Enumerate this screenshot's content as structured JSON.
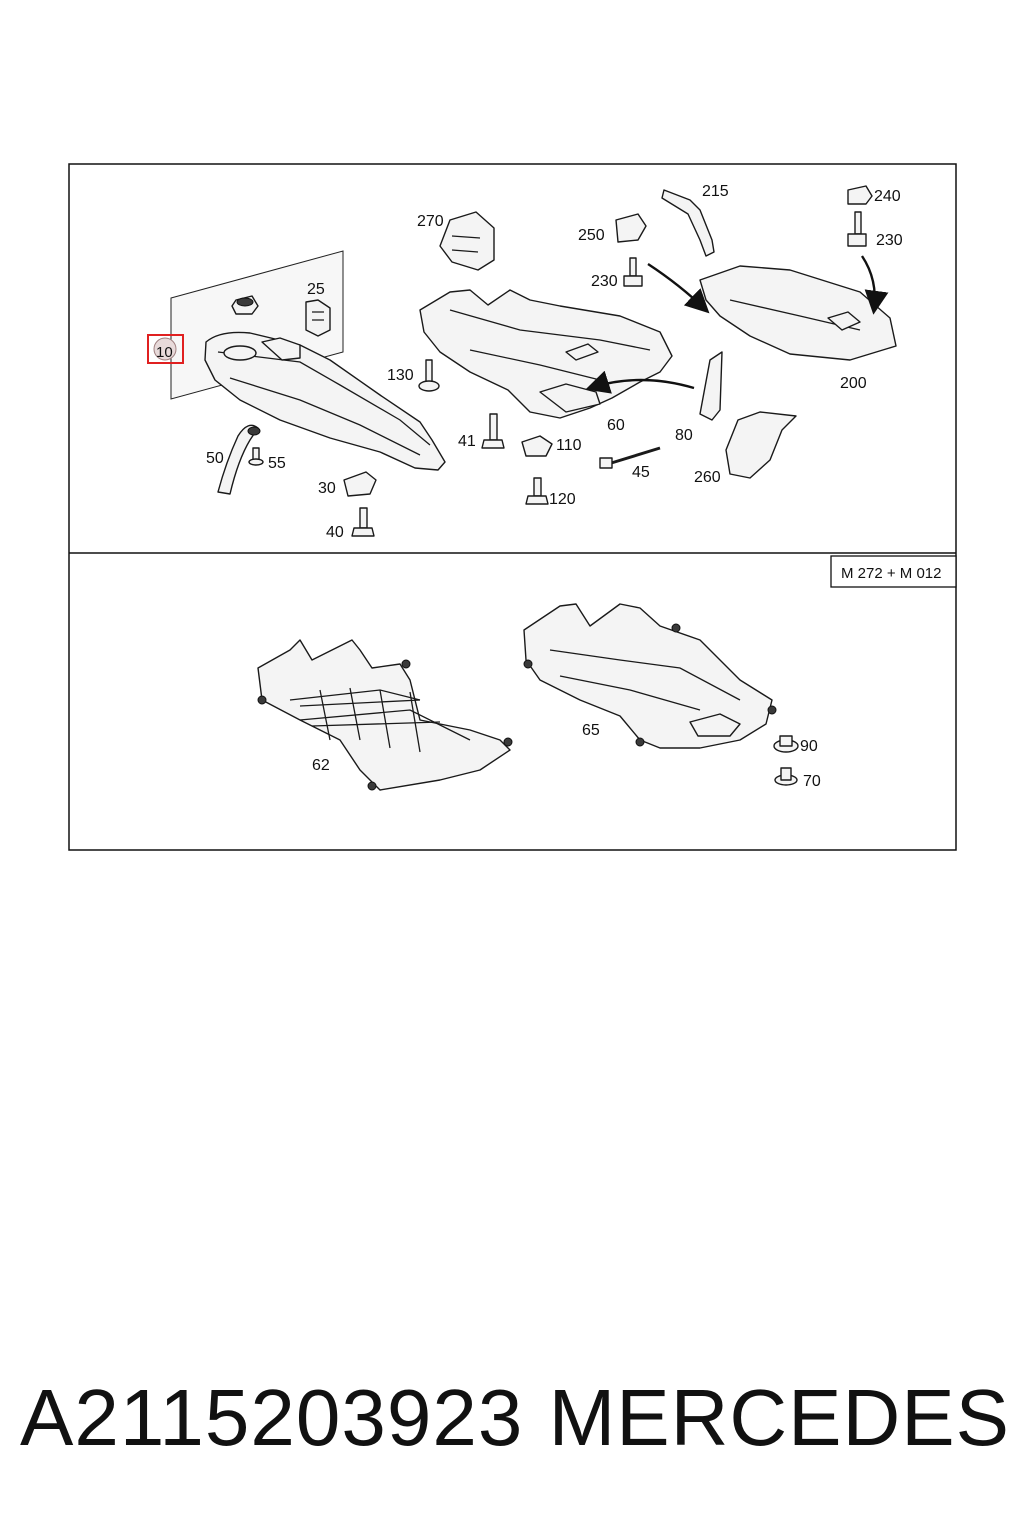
{
  "diagram": {
    "top_panel_labels": [
      "270",
      "215",
      "240",
      "250",
      "230",
      "230",
      "25",
      "10",
      "200",
      "130",
      "60",
      "80",
      "41",
      "110",
      "50",
      "55",
      "45",
      "260",
      "30",
      "120",
      "40"
    ],
    "variant_label": "M 272 + M 012",
    "bottom_panel_labels": [
      "65",
      "90",
      "62",
      "70"
    ],
    "highlighted_label": "10",
    "highlight_color": "#e02020"
  },
  "footer": {
    "part_number": "A2115203923",
    "brand": "MERCEDES"
  }
}
